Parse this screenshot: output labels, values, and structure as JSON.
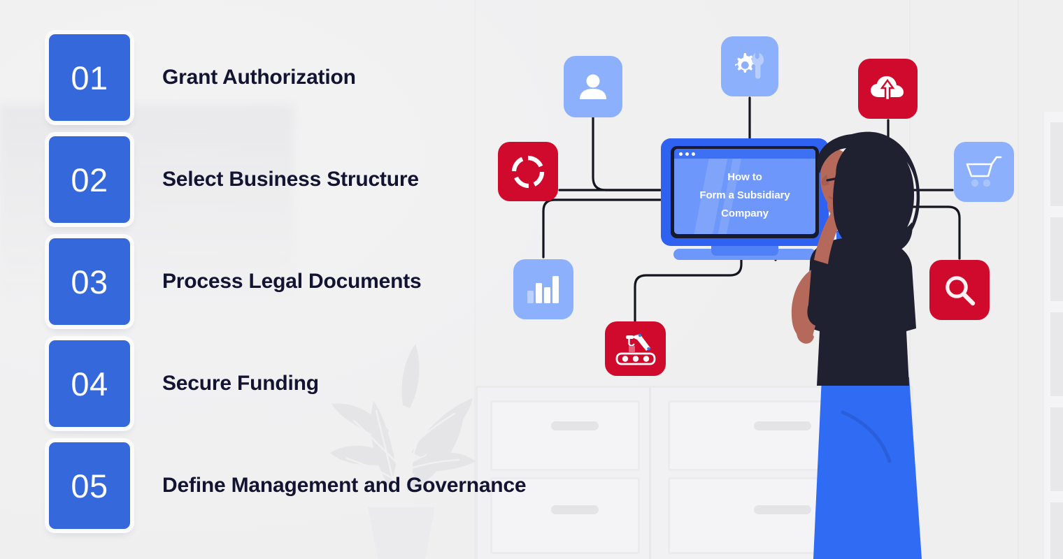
{
  "steps": [
    {
      "number": "01",
      "label": "Grant Authorization"
    },
    {
      "number": "02",
      "label": "Select Business Structure"
    },
    {
      "number": "03",
      "label": "Process Legal Documents"
    },
    {
      "number": "04",
      "label": "Secure Funding"
    },
    {
      "number": "05",
      "label": "Define Management and Governance"
    }
  ],
  "monitor": {
    "line1": "How to",
    "line2": "Form a Subsidiary",
    "line3": "Company"
  },
  "icons": [
    {
      "name": "user-icon",
      "color": "#8cb0fb"
    },
    {
      "name": "settings-gear-wrench-icon",
      "color": "#8cb0fb"
    },
    {
      "name": "cloud-upload-icon",
      "color": "#cf0a2c"
    },
    {
      "name": "lifebuoy-ring-icon",
      "color": "#cf0a2c"
    },
    {
      "name": "shopping-cart-icon",
      "color": "#8cb0fb"
    },
    {
      "name": "bar-chart-icon",
      "color": "#8cb0fb"
    },
    {
      "name": "robot-arm-icon",
      "color": "#cf0a2c"
    },
    {
      "name": "search-icon",
      "color": "#cf0a2c"
    }
  ],
  "colors": {
    "badge_blue": "#3568da",
    "accent_red": "#cf0a2c",
    "icon_blue": "#8cb0fb",
    "screen_blue": "#6d97fa",
    "monitor_frame": "#2f62f0",
    "text_dark": "#121432",
    "background": "#f2f2f3"
  }
}
